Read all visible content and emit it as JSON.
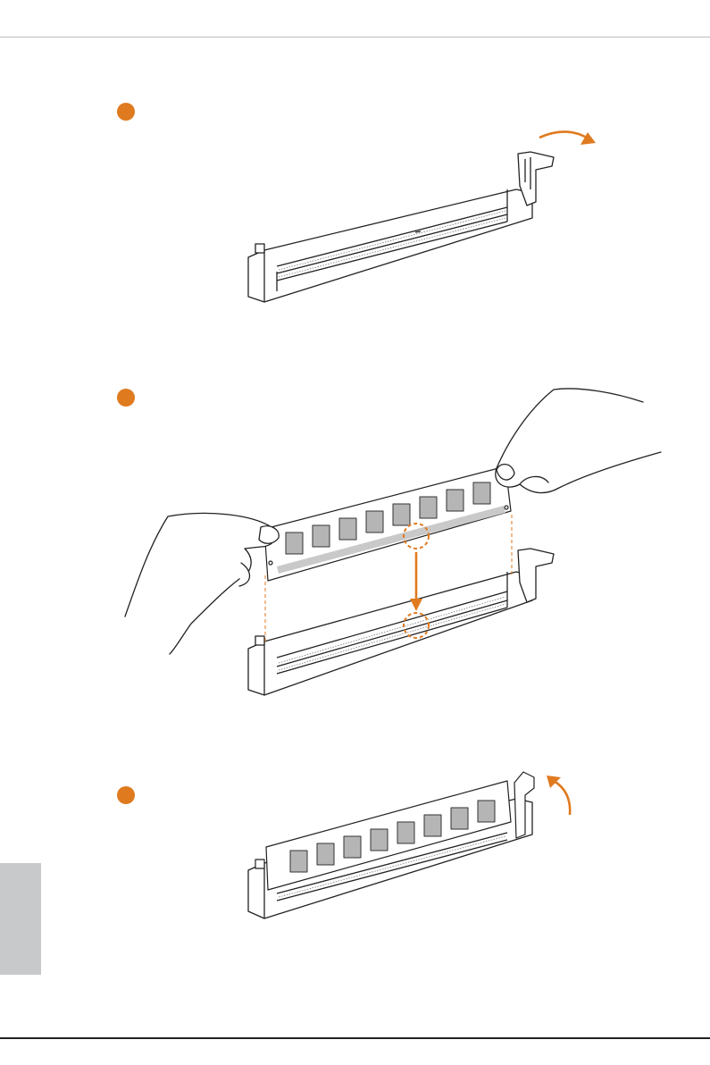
{
  "document": {
    "accent_color": "#e07a1f",
    "side_tab_color": "#c8c9ca",
    "steps": [
      {
        "id": 1,
        "illustration": "open-dimm-latch"
      },
      {
        "id": 2,
        "illustration": "align-notch-and-insert-dimm"
      },
      {
        "id": 3,
        "illustration": "latch-closes-locking-dimm"
      }
    ]
  }
}
